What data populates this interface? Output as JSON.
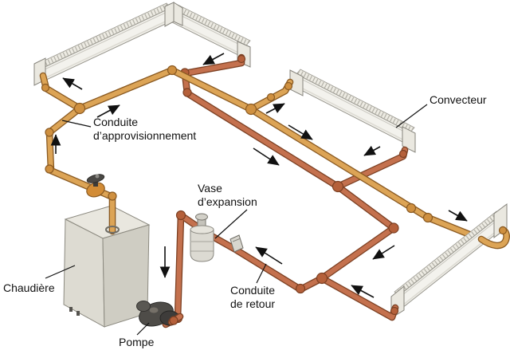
{
  "diagram": {
    "subject": "hot-water heating system loop",
    "language": "fr"
  },
  "labels": {
    "supply": {
      "line1": "Conduite",
      "line2": "d’approvisionnement"
    },
    "convector": "Convecteur",
    "expansion_tank": {
      "line1": "Vase",
      "line2": "d’expansion"
    },
    "boiler": "Chaudière",
    "return_pipe": {
      "line1": "Conduite",
      "line2": "de retour"
    },
    "pump": "Pompe"
  },
  "colors": {
    "supply_pipe": "#dca456",
    "supply_outline": "#8a5a22",
    "return_pipe": "#c4714e",
    "return_outline": "#7c4023",
    "convector": "#f3f2ed",
    "boiler": "#dddbd2",
    "pump": "#4e4c48",
    "expansion_tank": "#dcdad2",
    "arrow": "#111111",
    "text": "#111111",
    "background": "#ffffff"
  }
}
